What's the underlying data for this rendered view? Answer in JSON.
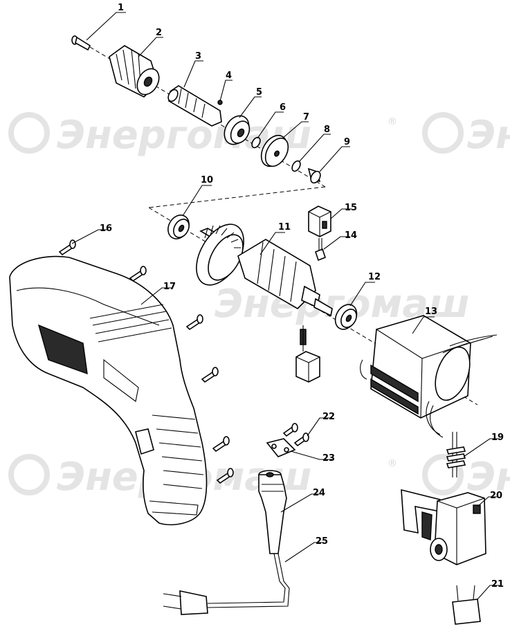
{
  "watermark": {
    "text": "Энергомаш",
    "registered_mark": "®"
  },
  "part_labels": [
    "1",
    "2",
    "3",
    "4",
    "5",
    "6",
    "7",
    "8",
    "9",
    "10",
    "11",
    "12",
    "13",
    "14",
    "15",
    "16",
    "17",
    "19",
    "20",
    "21",
    "22",
    "23",
    "24",
    "25"
  ]
}
